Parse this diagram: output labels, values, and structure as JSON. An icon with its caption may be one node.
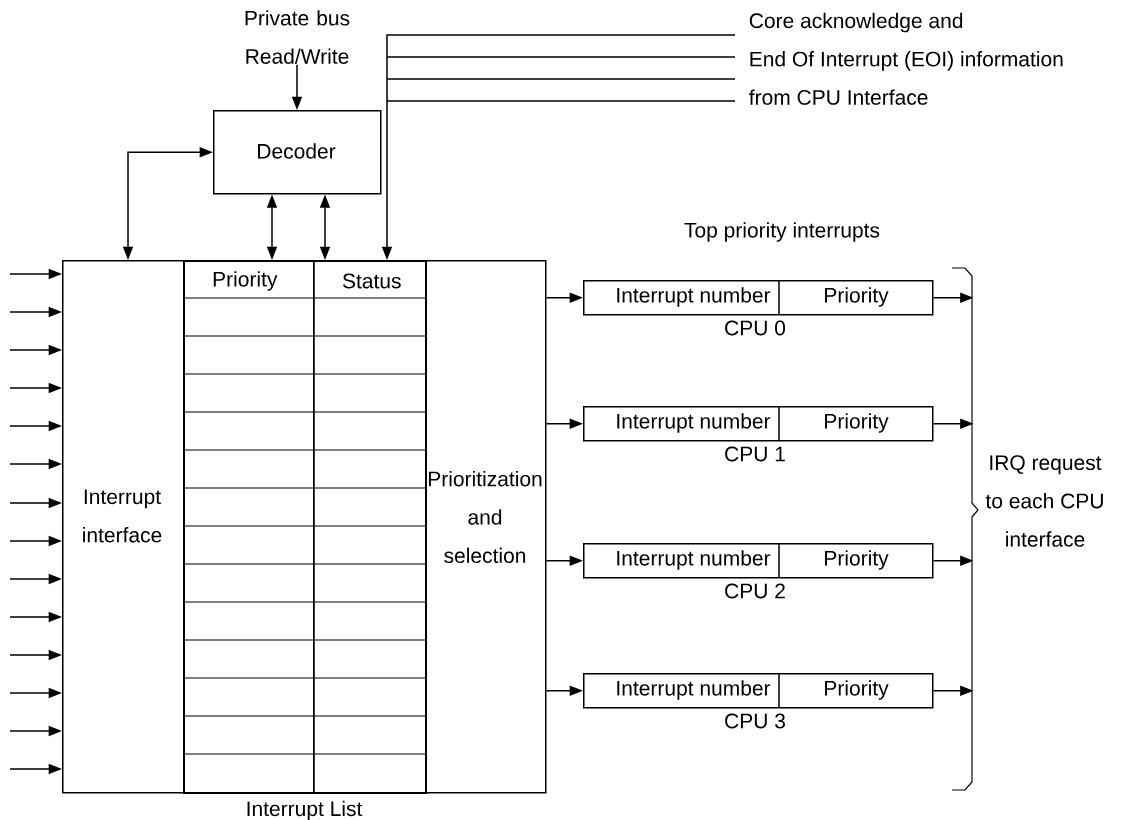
{
  "diagram": {
    "nodes": [
      {
        "text": [
          "Private bus Read/Write"
        ]
      },
      {
        "text": [
          "Core acknowledge and End Of Interrupt (EOI) information from CPU Interface"
        ]
      },
      {
        "text": [
          "Decoder"
        ]
      },
      {
        "text": [
          "Interrupt interface"
        ]
      },
      {
        "text": [
          "Interrupt List"
        ]
      },
      {
        "text": [
          "Priority"
        ],
        "in": 4
      },
      {
        "text": [
          "Status"
        ],
        "in": 4
      },
      {
        "text": [
          "Prioritization and selection"
        ]
      },
      {
        "text": [
          "Interrupt number",
          "Priority"
        ],
        "beside": [
          "CPU 0"
        ]
      },
      {
        "text": [
          "Interrupt number",
          "Priority"
        ],
        "beside": [
          "CPU 1"
        ]
      },
      {
        "text": [
          "Interrupt number",
          "Priority"
        ],
        "beside": [
          "CPU 2"
        ]
      },
      {
        "text": [
          "Interrupt number",
          "Priority"
        ],
        "beside": [
          "CPU 3"
        ]
      }
    ],
    "edges": [
      {
        "from": 0,
        "to": 2,
        "arrow": "to"
      },
      {
        "from": 1,
        "to": 6,
        "arrow": "to"
      },
      {
        "from": 3,
        "to": 2,
        "arrow": "both"
      },
      {
        "from": 2,
        "to": 5,
        "arrow": "both"
      },
      {
        "from": 2,
        "to": 6,
        "arrow": "both"
      },
      {
        "from": null,
        "to": 3,
        "arrow": "to"
      },
      {
        "from": null,
        "to": 3,
        "arrow": "to"
      },
      {
        "from": null,
        "to": 3,
        "arrow": "to"
      },
      {
        "from": null,
        "to": 3,
        "arrow": "to"
      },
      {
        "from": null,
        "to": 3,
        "arrow": "to"
      },
      {
        "from": null,
        "to": 3,
        "arrow": "to"
      },
      {
        "from": null,
        "to": 3,
        "arrow": "to"
      },
      {
        "from": null,
        "to": 3,
        "arrow": "to"
      },
      {
        "from": null,
        "to": 3,
        "arrow": "to"
      },
      {
        "from": null,
        "to": 3,
        "arrow": "to"
      },
      {
        "from": null,
        "to": 3,
        "arrow": "to"
      },
      {
        "from": null,
        "to": 3,
        "arrow": "to"
      },
      {
        "from": null,
        "to": 3,
        "arrow": "to"
      },
      {
        "from": null,
        "to": 3,
        "arrow": "to"
      },
      {
        "from": 7,
        "to": 8,
        "arrow": "to"
      },
      {
        "from": 7,
        "to": 9,
        "arrow": "to"
      },
      {
        "from": 7,
        "to": 10,
        "arrow": "to"
      },
      {
        "from": 7,
        "to": 11,
        "arrow": "to"
      },
      {
        "from": 8,
        "to": null,
        "arrow": "to"
      },
      {
        "from": 9,
        "to": null,
        "arrow": "to"
      },
      {
        "from": 10,
        "to": null,
        "arrow": "to"
      },
      {
        "from": 11,
        "to": null,
        "arrow": "to"
      }
    ],
    "labels": [
      "Top priority interrupts",
      "IRQ request to each CPU interface"
    ]
  }
}
